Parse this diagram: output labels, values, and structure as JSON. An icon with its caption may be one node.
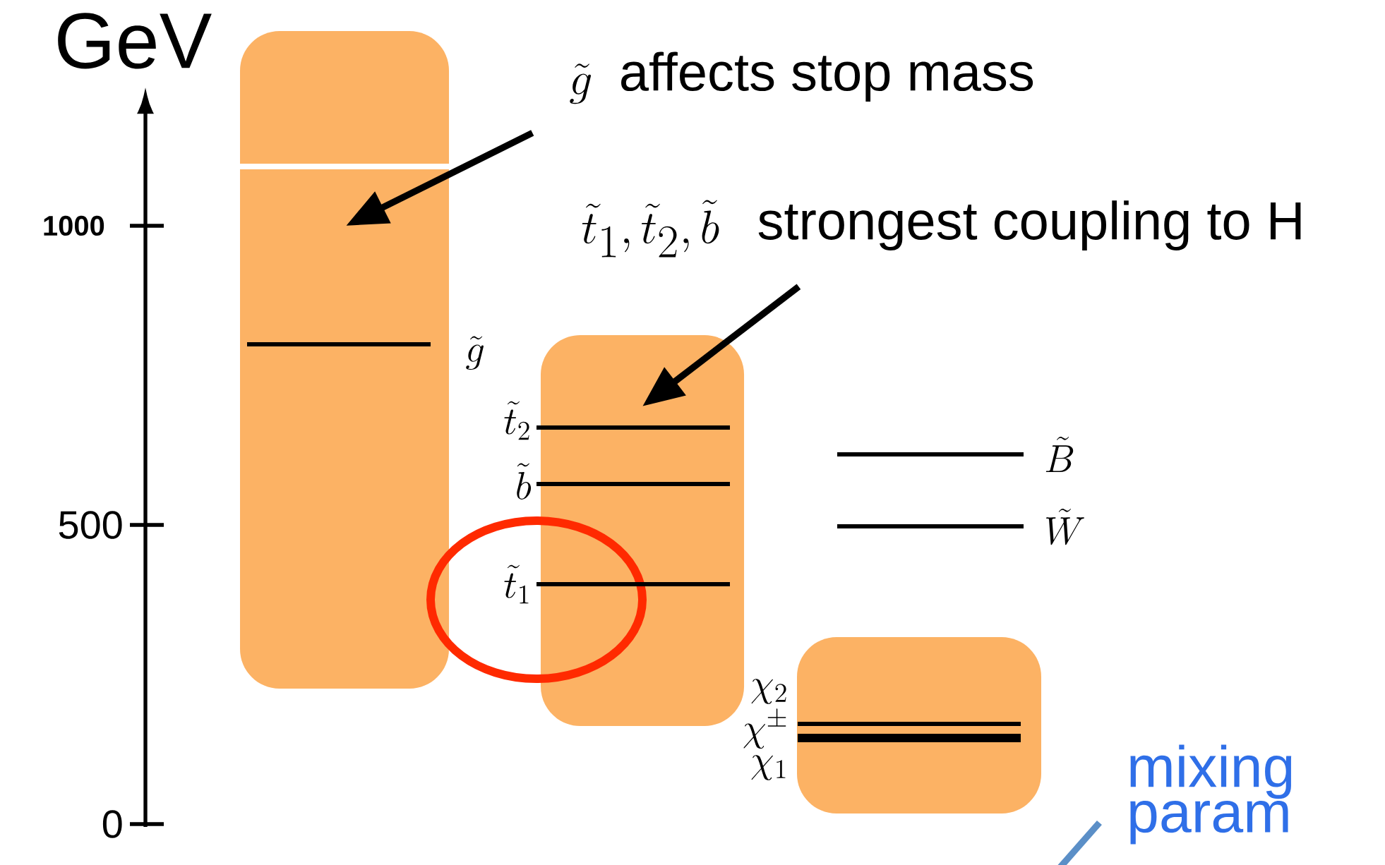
{
  "diagram": {
    "nodes": [
      {
        "text": [],
        "shape": "box",
        "beside": [
          "\\tilde{g}"
        ]
      },
      {
        "text": [],
        "shape": "box",
        "beside": [
          "\\tilde{t}_2",
          "\\tilde{b}"
        ]
      },
      {
        "text": [],
        "shape": "box",
        "beside": [
          "\\chi_2",
          "\\chi^{\\pm}",
          "\\chi_1"
        ]
      },
      {
        "text": [],
        "shape": "circle"
      },
      {
        "text": [
          "\\tilde{g}",
          "affects stop mass"
        ]
      },
      {
        "text": [
          "\\tilde{t}_1, \\tilde{t}_2, \\tilde{b}",
          "strongest coupling to H"
        ]
      },
      {
        "text": [
          "mixing param"
        ]
      }
    ],
    "edges": [
      {
        "from": 4,
        "to": 0,
        "arrow": "to"
      },
      {
        "from": 5,
        "to": 1,
        "arrow": "to"
      },
      {
        "from": 6,
        "to": null,
        "arrow": "none",
        "color": "#5b8fc7"
      }
    ],
    "labels": [
      "GeV",
      "1000",
      "500",
      "0",
      "\\tilde{B}",
      "\\tilde{W}",
      "\\tilde{t}_1"
    ]
  }
}
